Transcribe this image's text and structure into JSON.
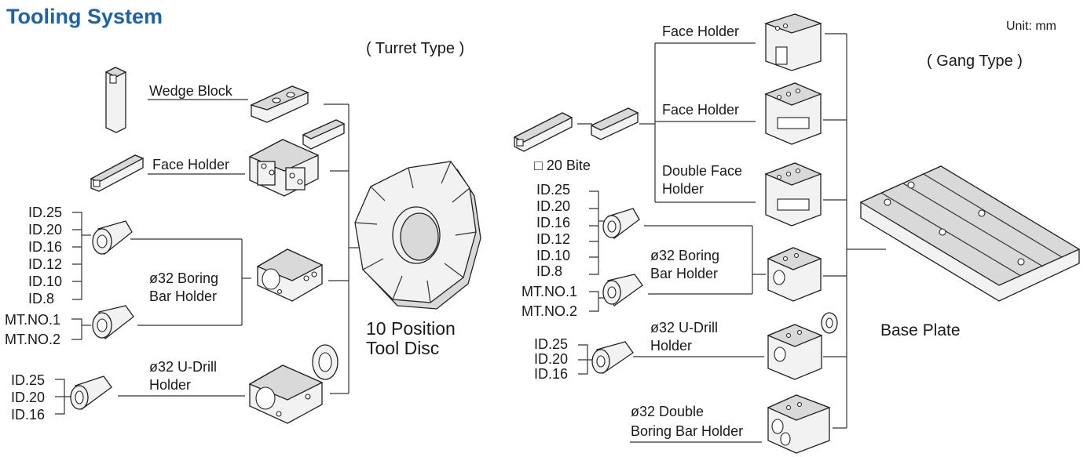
{
  "title": "Tooling System",
  "unit": "Unit: mm",
  "turret": {
    "heading": "( Turret Type )",
    "wedge_block": "Wedge Block",
    "face_holder": "Face Holder",
    "boring_ids": [
      "ID.25",
      "ID.20",
      "ID.16",
      "ID.12",
      "ID.10",
      "ID.8"
    ],
    "boring_mt": [
      "MT.NO.1",
      "MT.NO.2"
    ],
    "boring_label_1": "ø32 Boring",
    "boring_label_2": "Bar Holder",
    "udrill_ids": [
      "ID.25",
      "ID.20",
      "ID.16"
    ],
    "udrill_label_1": "ø32 U-Drill",
    "udrill_label_2": "Holder",
    "disc_label_1": "10 Position",
    "disc_label_2": "Tool Disc"
  },
  "gang": {
    "heading": "( Gang Type )",
    "bite": "□ 20 Bite",
    "face_holder_1": "Face Holder",
    "face_holder_2": "Face Holder",
    "double_face_1": "Double Face",
    "double_face_2": "Holder",
    "boring_ids": [
      "ID.25",
      "ID.20",
      "ID.16",
      "ID.12",
      "ID.10",
      "ID.8"
    ],
    "boring_mt": [
      "MT.NO.1",
      "MT.NO.2"
    ],
    "boring_label_1": "ø32 Boring",
    "boring_label_2": "Bar Holder",
    "udrill_ids": [
      "ID.25",
      "ID.20",
      "ID.16"
    ],
    "udrill_label_1": "ø32 U-Drill",
    "udrill_label_2": "Holder",
    "double_boring_1": "ø32 Double",
    "double_boring_2": "Boring Bar Holder",
    "base_plate": "Base Plate"
  }
}
